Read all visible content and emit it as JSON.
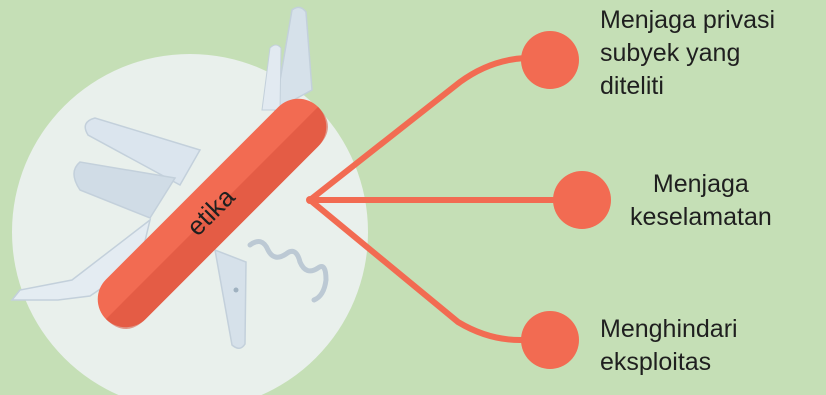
{
  "center_label": "etika",
  "branches": [
    {
      "lines": [
        "Menjaga privasi",
        "subyek yang",
        "diteliti"
      ]
    },
    {
      "lines": [
        "Menjaga",
        "keselamatan"
      ]
    },
    {
      "lines": [
        "Menghindari",
        "eksploitas"
      ]
    }
  ],
  "colors": {
    "background": "#c5dfb6",
    "circle": "#e9f0ec",
    "accent": "#f26b52",
    "handle_dark": "#d9503a",
    "blade": "#d6e1ea",
    "text": "#1f1f1f"
  },
  "icons": {
    "center": "swiss-army-knife-icon",
    "branch_node": "circle-node-icon"
  }
}
